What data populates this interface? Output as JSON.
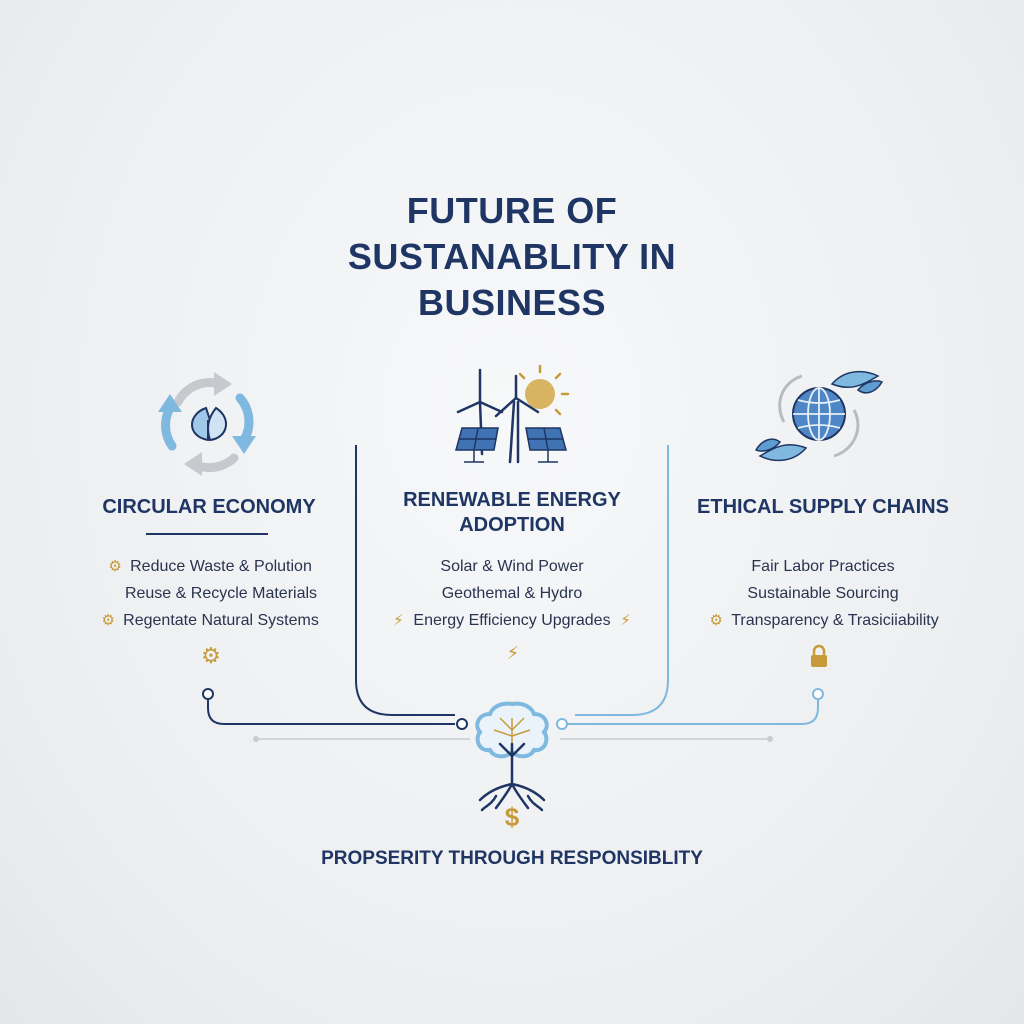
{
  "title": {
    "line1": "FUTURE OF",
    "line2": "SUSTANABLITY IN",
    "line3": "BUSINESS"
  },
  "columns": [
    {
      "heading": "CIRCULAR ECONOMY",
      "icon": "recycle-arrows-leaf-icon",
      "items": [
        {
          "text": "Reduce Waste & Polution",
          "bullet": "gear-icon"
        },
        {
          "text": "Reuse & Recycle Materials",
          "bullet": ""
        },
        {
          "text": "Regentate Natural Systems",
          "bullet": "gear-icon"
        }
      ],
      "badge_icon": "gear-icon"
    },
    {
      "heading_line1": "RENEWABLE ENERGY",
      "heading_line2": "ADOPTION",
      "icon": "wind-turbine-solar-panel-sun-icon",
      "items": [
        {
          "text": "Solar & Wind Power",
          "bullet": ""
        },
        {
          "text": "Geothemal & Hydro",
          "bullet": ""
        },
        {
          "text": "Energy Efficiency Upgrades",
          "bullet": "lightning-icon"
        }
      ],
      "badge_icon": "lightning-icon"
    },
    {
      "heading": "ETHICAL SUPPLY CHAINS",
      "icon": "globe-leaves-hands-icon",
      "items": [
        {
          "text": "Fair Labor Practices",
          "bullet": ""
        },
        {
          "text": "Sustainable Sourcing",
          "bullet": ""
        },
        {
          "text": "Transparency & Trasiciiability",
          "bullet": "gear-icon"
        }
      ],
      "badge_icon": "lock-icon"
    }
  ],
  "center_icon": "tree-roots-dollar-icon",
  "footer": "PROPSERITY THROUGH RESPONSIBLITY",
  "colors": {
    "navy": "#1f3563",
    "light_blue": "#7fb9e0",
    "gold": "#c79a3a",
    "grey": "#b8bcc2"
  }
}
